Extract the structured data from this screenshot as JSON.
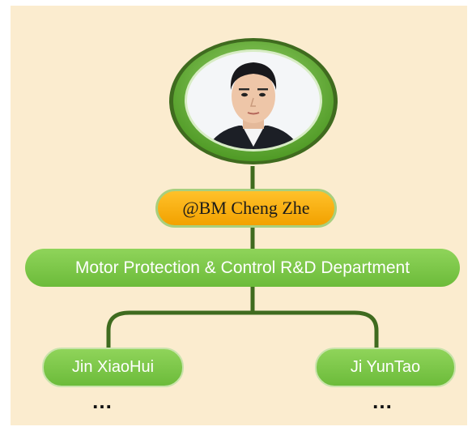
{
  "head": {
    "name": "@BM Cheng Zhe"
  },
  "department": {
    "name": "Motor Protection & Control R&D Department"
  },
  "members": [
    {
      "name": "Jin XiaoHui",
      "more": "…"
    },
    {
      "name": "Ji YunTao",
      "more": "…"
    }
  ],
  "colors": {
    "panel_bg": "#fbeccf",
    "connector": "#3f6b1f",
    "head_pill": "#f7ae0c",
    "green_pill": "#7cc74a",
    "avatar_ring": "#6fb43b"
  },
  "icons": {
    "avatar": "person-portrait-icon"
  }
}
